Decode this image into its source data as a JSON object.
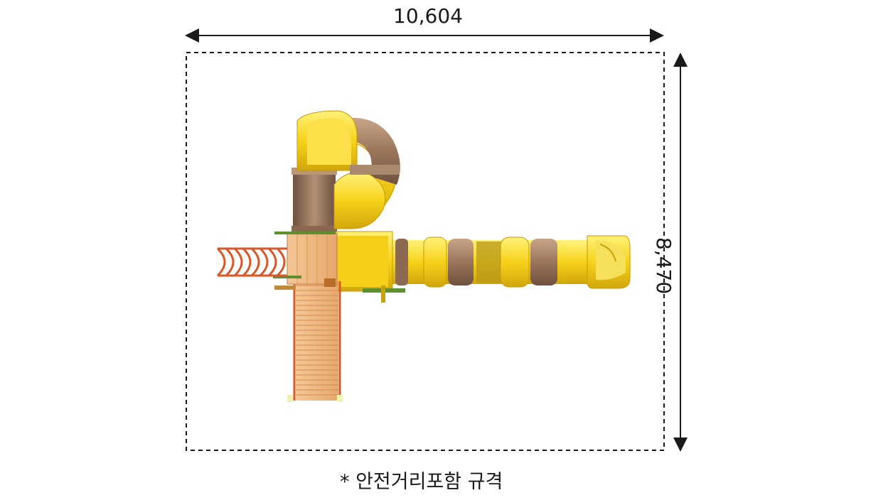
{
  "dimensions": {
    "width_label": "10,604",
    "height_label": "8,470"
  },
  "footnote": "* 안전거리포함 규격",
  "colors": {
    "yellow": "#f7d21a",
    "yellow_shade": "#d9ae0f",
    "brown_tube": "#a07b5f",
    "wood": "#e8b07a",
    "orange_rail": "#d9582a",
    "green_bolt": "#5e8f2f",
    "line": "#1a1a1a"
  }
}
